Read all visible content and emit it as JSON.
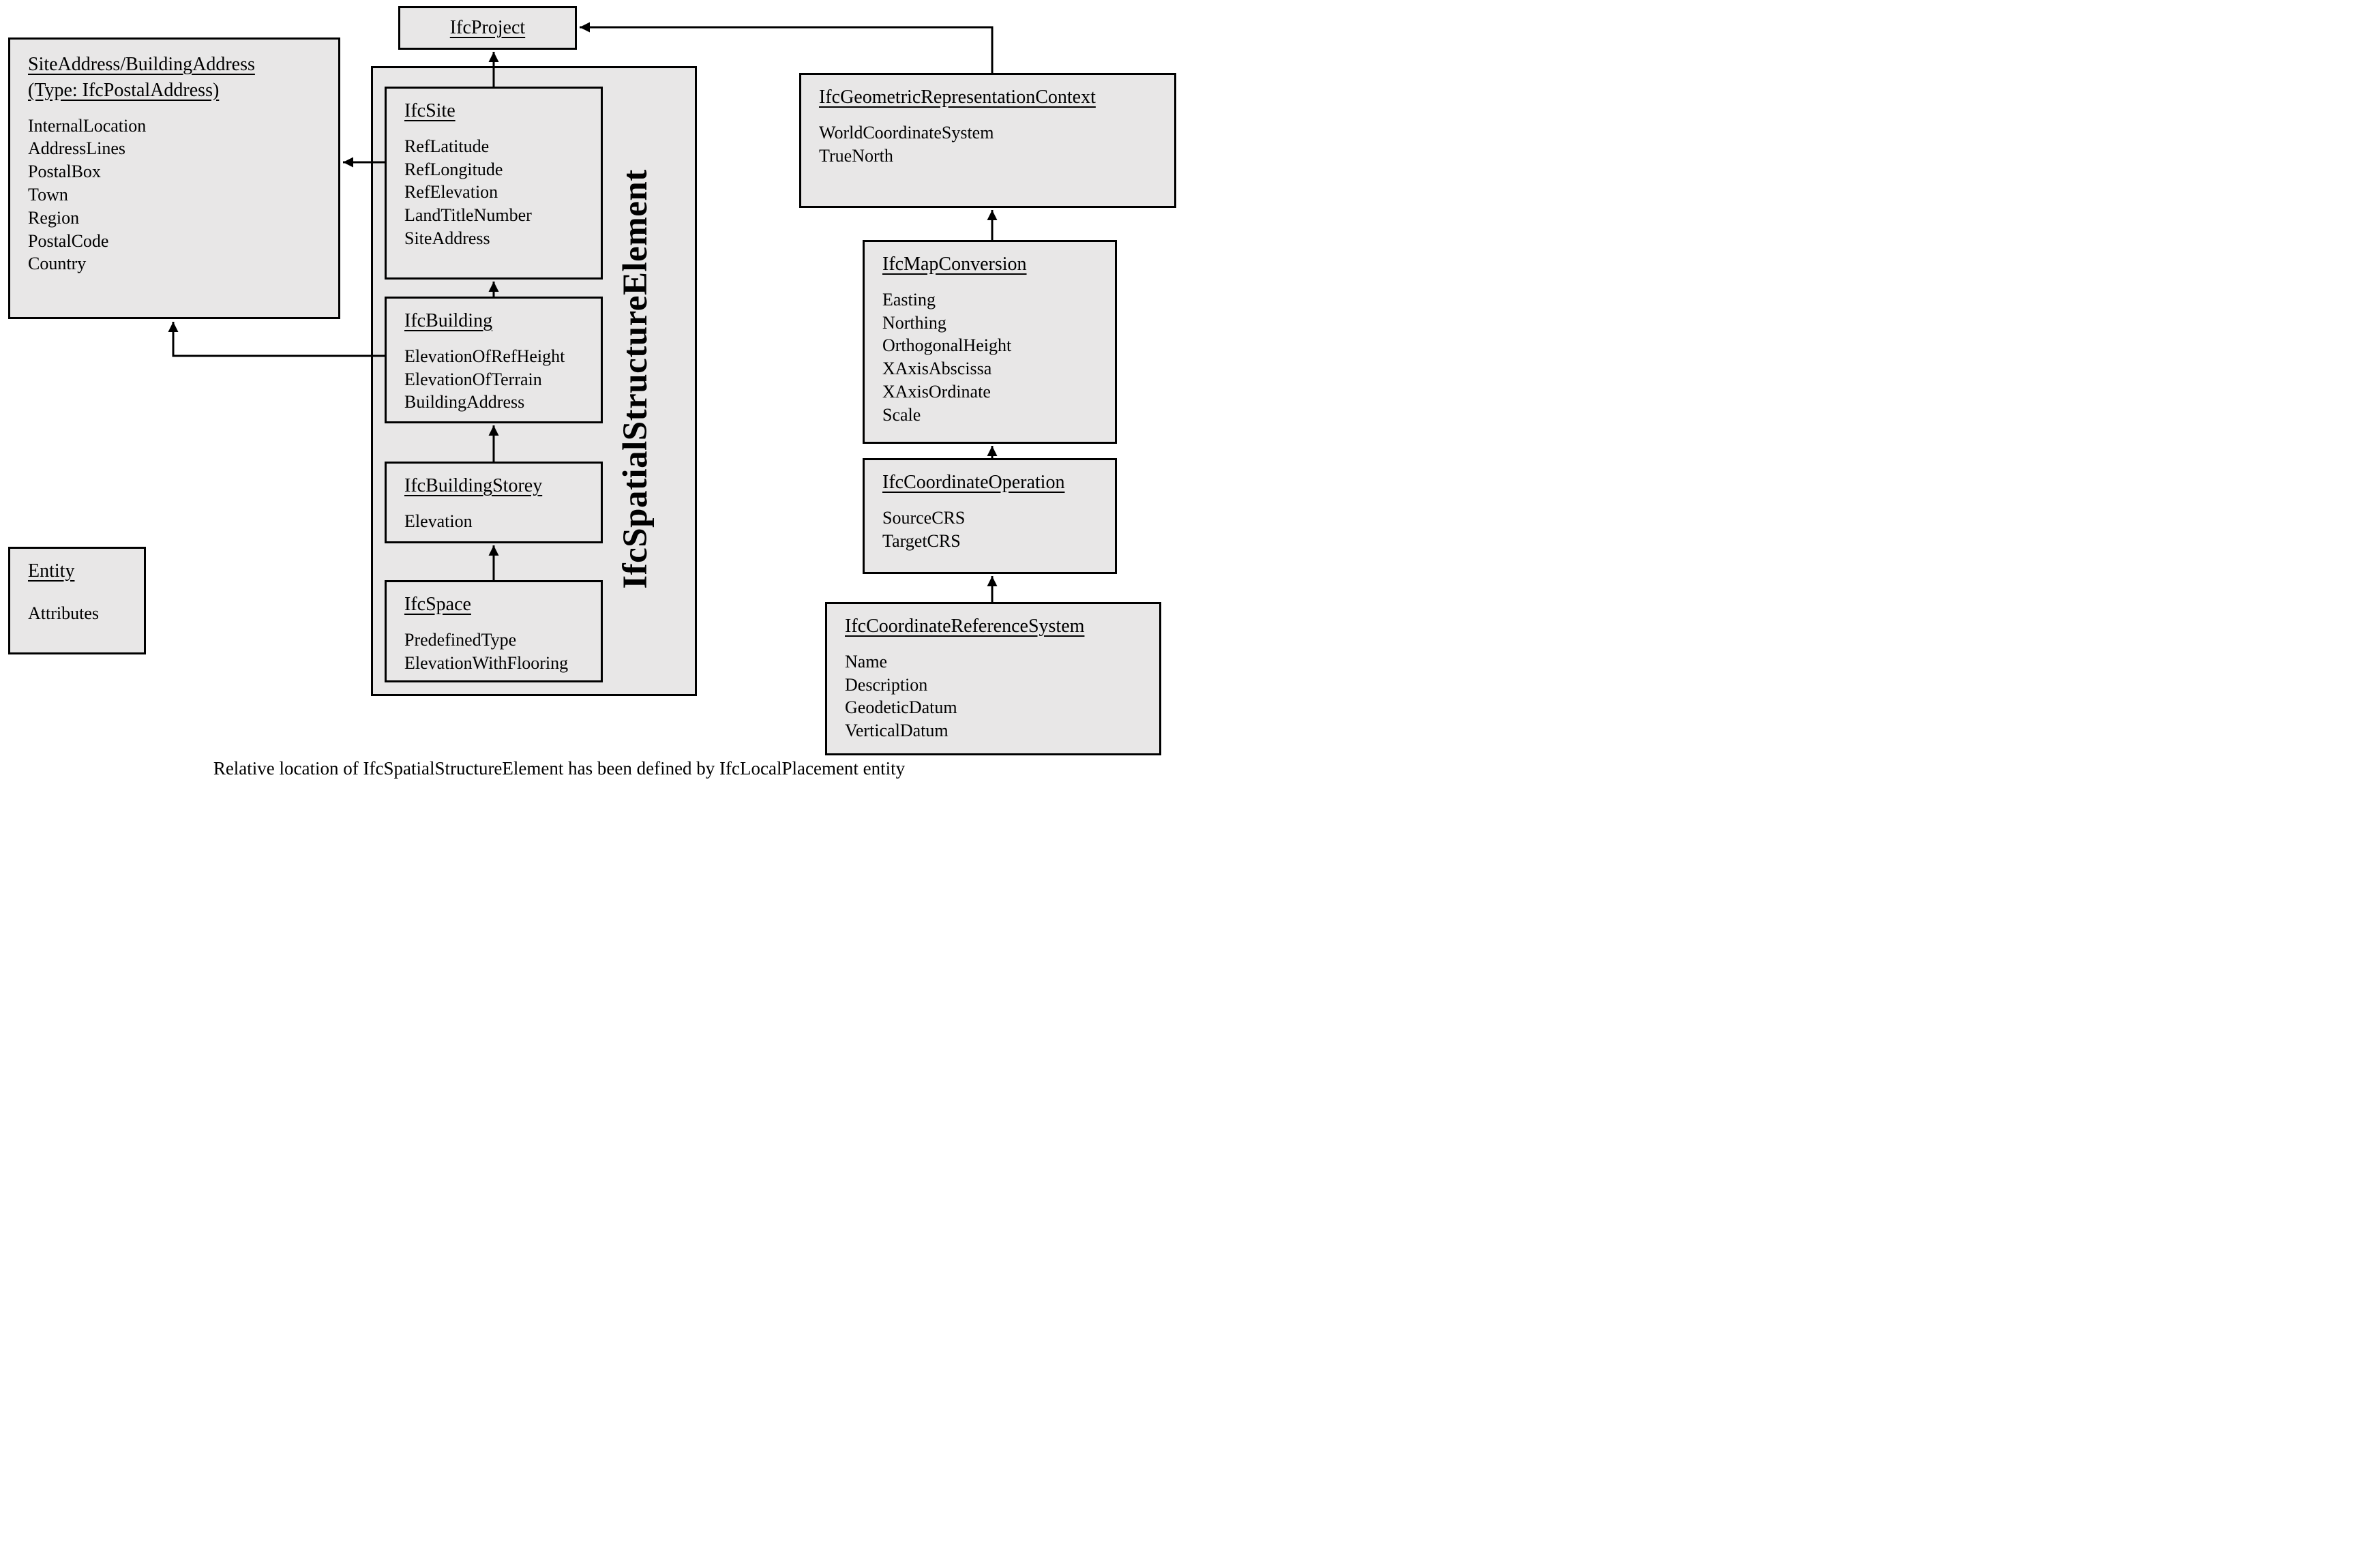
{
  "diagram": {
    "caption": "Relative location of IfcSpatialStructureElement has been defined by IfcLocalPlacement entity",
    "colors": {
      "background": "#ffffff",
      "box_fill": "#e8e7e7",
      "box_border": "#000000",
      "text": "#000000"
    },
    "container": {
      "label": "IfcSpatialStructureElement"
    },
    "boxes": {
      "ifcProject": {
        "title": "IfcProject"
      },
      "postalAddress": {
        "title_line1": "SiteAddress/BuildingAddress",
        "title_line2": "(Type: IfcPostalAddress)",
        "attributes": [
          "InternalLocation",
          "AddressLines",
          "PostalBox",
          "Town",
          "Region",
          "PostalCode",
          "Country"
        ]
      },
      "ifcSite": {
        "title": "IfcSite",
        "attributes": [
          "RefLatitude",
          "RefLongitude",
          "RefElevation",
          "LandTitleNumber",
          "SiteAddress"
        ]
      },
      "ifcBuilding": {
        "title": "IfcBuilding",
        "attributes": [
          "ElevationOfRefHeight",
          "ElevationOfTerrain",
          "BuildingAddress"
        ]
      },
      "ifcBuildingStorey": {
        "title": "IfcBuildingStorey",
        "attributes": [
          "Elevation"
        ]
      },
      "ifcSpace": {
        "title": "IfcSpace",
        "attributes": [
          "PredefinedType",
          "ElevationWithFlooring"
        ]
      },
      "legend": {
        "title": "Entity",
        "attributes": [
          "Attributes"
        ]
      },
      "ifcGeometricRepresentationContext": {
        "title": "IfcGeometricRepresentationContext",
        "attributes": [
          "WorldCoordinateSystem",
          "TrueNorth"
        ]
      },
      "ifcMapConversion": {
        "title": "IfcMapConversion",
        "attributes": [
          "Easting",
          "Northing",
          "OrthogonalHeight",
          "XAxisAbscissa",
          "XAxisOrdinate",
          "Scale"
        ]
      },
      "ifcCoordinateOperation": {
        "title": "IfcCoordinateOperation",
        "attributes": [
          "SourceCRS",
          "TargetCRS"
        ]
      },
      "ifcCoordinateReferenceSystem": {
        "title": "IfcCoordinateReferenceSystem",
        "attributes": [
          "Name",
          "Description",
          "GeodeticDatum",
          "VerticalDatum"
        ]
      }
    }
  }
}
